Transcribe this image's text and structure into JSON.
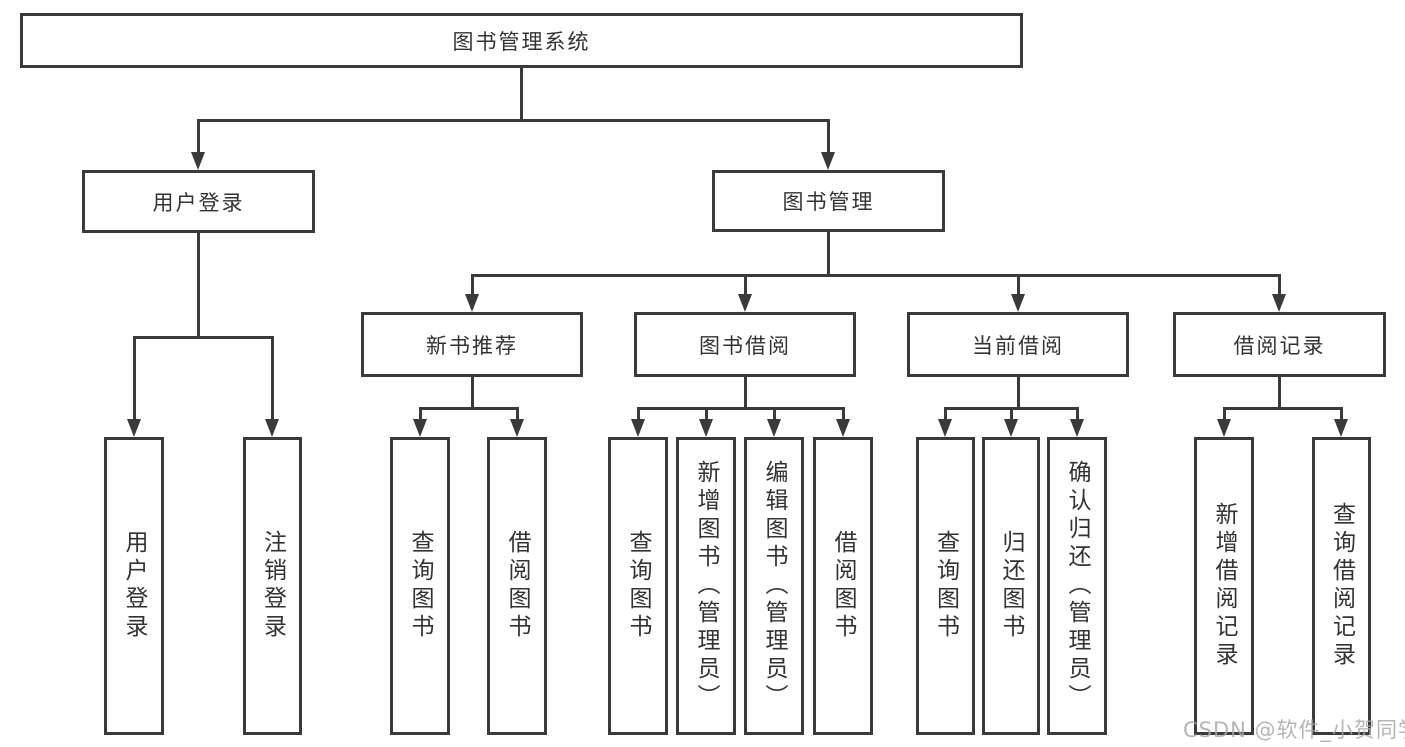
{
  "tree": {
    "root": "图书管理系统",
    "branches": [
      {
        "label": "用户登录",
        "children": [
          {
            "label": "用户登录"
          },
          {
            "label": "注销登录"
          }
        ]
      },
      {
        "label": "图书管理",
        "groups": [
          {
            "label": "新书推荐",
            "children": [
              {
                "label": "查询图书"
              },
              {
                "label": "借阅图书"
              }
            ]
          },
          {
            "label": "图书借阅",
            "children": [
              {
                "label": "查询图书"
              },
              {
                "label": "新增图书（管理员）"
              },
              {
                "label": "编辑图书（管理员）"
              },
              {
                "label": "借阅图书"
              }
            ]
          },
          {
            "label": "当前借阅",
            "children": [
              {
                "label": "查询图书"
              },
              {
                "label": "归还图书"
              },
              {
                "label": "确认归还（管理员）"
              }
            ]
          },
          {
            "label": "借阅记录",
            "children": [
              {
                "label": "新增借阅记录"
              },
              {
                "label": "查询借阅记录"
              }
            ]
          }
        ]
      }
    ]
  },
  "watermark": "CSDN @软件_小贺同学",
  "colors": {
    "line": "#3a3a3a",
    "text": "#333333",
    "watermark": "#a9a9a9"
  }
}
